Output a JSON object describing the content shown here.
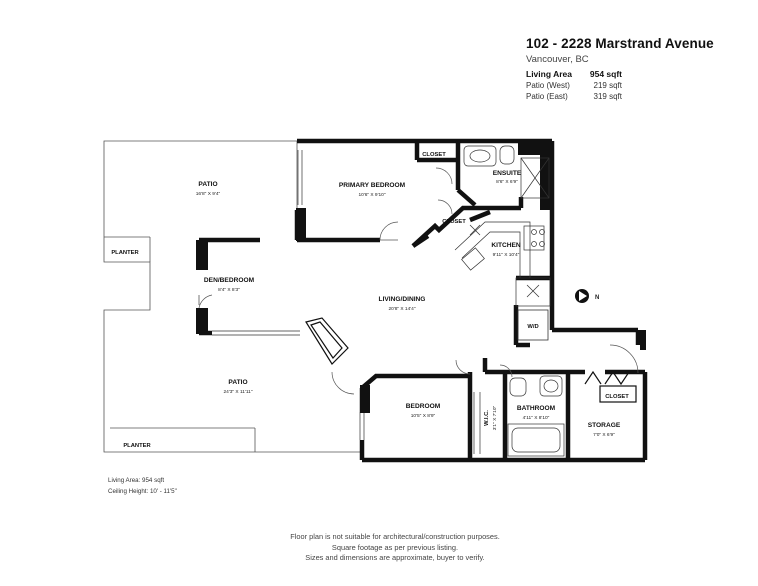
{
  "header": {
    "address": "102 - 2228 Marstrand Avenue",
    "city": "Vancouver, BC",
    "areas": [
      {
        "label": "Living Area",
        "value": "954 sqft",
        "bold": true
      },
      {
        "label": "Patio (West)",
        "value": "219 sqft",
        "bold": false
      },
      {
        "label": "Patio (East)",
        "value": "319 sqft",
        "bold": false
      }
    ]
  },
  "rooms": {
    "patio_north": {
      "name": "PATIO",
      "dims": "16'8\" X 9'4\""
    },
    "primary_bedroom": {
      "name": "PRIMARY BEDROOM",
      "dims": "10'6\" X 9'10\""
    },
    "closet_primary": {
      "name": "CLOSET"
    },
    "ensuite": {
      "name": "ENSUITE",
      "dims": "8'6\" X 6'9\""
    },
    "closet_hall": {
      "name": "CLOSET"
    },
    "kitchen": {
      "name": "KITCHEN",
      "dims": "9'11\" X 10'4\""
    },
    "planter_top": {
      "name": "PLANTER"
    },
    "den_bedroom": {
      "name": "DEN/BEDROOM",
      "dims": "8'4\" X 8'3\""
    },
    "living_dining": {
      "name": "LIVING/DINING",
      "dims": "20'8\" X 14'4\""
    },
    "wd": {
      "name": "W/D"
    },
    "patio_south": {
      "name": "PATIO",
      "dims": "24'3\" X 11'11\""
    },
    "bedroom": {
      "name": "BEDROOM",
      "dims": "10'5\" X 8'9\""
    },
    "wic": {
      "name": "W.I.C.",
      "dims": "3'1\" X 7'10\""
    },
    "bathroom": {
      "name": "BATHROOM",
      "dims": "4'11\" X 8'10\""
    },
    "closet_storage": {
      "name": "CLOSET"
    },
    "storage": {
      "name": "STORAGE",
      "dims": "7'0\" X 6'9\""
    },
    "planter_bottom": {
      "name": "PLANTER"
    }
  },
  "compass": {
    "label": "N"
  },
  "notes": {
    "living_area": "Living Area: 954 sqft",
    "ceiling": "Ceiling Height: 10' - 11'5\""
  },
  "footer": {
    "line1": "Floor plan is not suitable for architectural/construction purposes.",
    "line2": "Square footage as per previous listing.",
    "line3": "Sizes and dimensions are approximate, buyer to verify."
  },
  "colors": {
    "wall": "#111111",
    "thin_line": "#555555",
    "background": "#ffffff"
  }
}
